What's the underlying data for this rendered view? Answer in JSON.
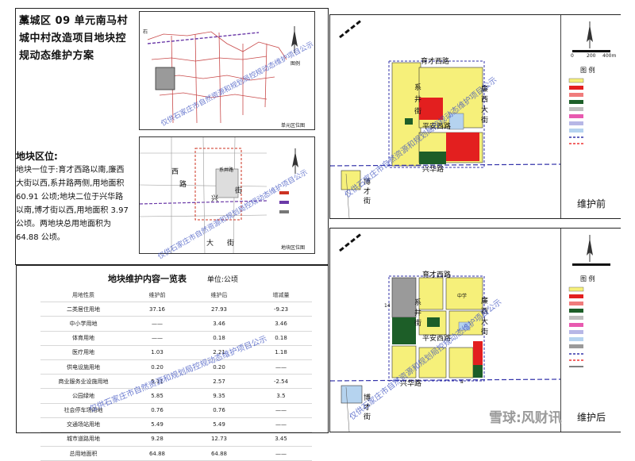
{
  "title": "藁城区 09 单元南马村城中村改造项目地块控规动态维护方案",
  "location": {
    "heading": "地块区位:",
    "text": "地块一位于:育才西路以南,廉西大街以西,系井路两侧,用地面积 60.91 公顷;地块二位于兴华路以南,博才街以西,用地面积 3.97 公顷。两地块总用地面积为 64.88 公顷。"
  },
  "maps": {
    "unit_caption": "单元区位图",
    "plot_caption": "地块区位图",
    "before_label": "维护前",
    "after_label": "维护后",
    "legend_heading": "图 例",
    "legend_small": "图例",
    "small_labels": {
      "mini_map_text": "石",
      "plot_west": "西",
      "plot_lu": "路",
      "plot_east": "兴",
      "plot_street": "街",
      "plot_da": "大",
      "plot_jie": "街",
      "plot_mid": "系井路"
    },
    "roads": {
      "yucai": "育才西路",
      "xijing_1": "系",
      "xijing_2": "井",
      "xijing_3": "街",
      "lianxi_1": "廉",
      "lianxi_2": "西",
      "lianxi_3": "大",
      "lianxi_4": "街",
      "pingan": "平安西路",
      "xinghua": "兴华路",
      "bocai_1": "博",
      "bocai_2": "才",
      "bocai_3": "街",
      "parcel": "中学",
      "num_a": "14",
      "num_b": "a"
    },
    "scale": [
      "0",
      "200",
      "400m"
    ],
    "legend_colors": [
      "#f6f07a",
      "#e31f1f",
      "#f07c7c",
      "#1d5e28",
      "#bfbfbf",
      "#e85ab0",
      "#b7b7e6",
      "#b5d3ef",
      "#3333aa",
      "#ee3333",
      "#000000"
    ]
  },
  "table": {
    "title": "地块维护内容一览表",
    "unit": "单位:公顷",
    "headers": [
      "用地性质",
      "维护前",
      "维护后",
      "增减量"
    ],
    "rows": [
      [
        "二类居住用地",
        "37.16",
        "27.93",
        "-9.23"
      ],
      [
        "中小学用地",
        "——",
        "3.46",
        "3.46"
      ],
      [
        "体育用地",
        "——",
        "0.18",
        "0.18"
      ],
      [
        "医疗用地",
        "1.03",
        "2.21",
        "1.18"
      ],
      [
        "供电设施用地",
        "0.20",
        "0.20",
        "——"
      ],
      [
        "商业服务业设施用地",
        "5.11",
        "2.57",
        "-2.54"
      ],
      [
        "公园绿地",
        "5.85",
        "9.35",
        "3.5"
      ],
      [
        "社会停车场用地",
        "0.76",
        "0.76",
        "——"
      ],
      [
        "交通场站用地",
        "5.49",
        "5.49",
        "——"
      ],
      [
        "城市道路用地",
        "9.28",
        "12.73",
        "3.45"
      ],
      [
        "总用地面积",
        "64.88",
        "64.88",
        "——"
      ]
    ]
  },
  "watermark": "仅供石家庄市自然资源和规划局控规动态维护项目公示",
  "footer": "雪球:风财讯"
}
